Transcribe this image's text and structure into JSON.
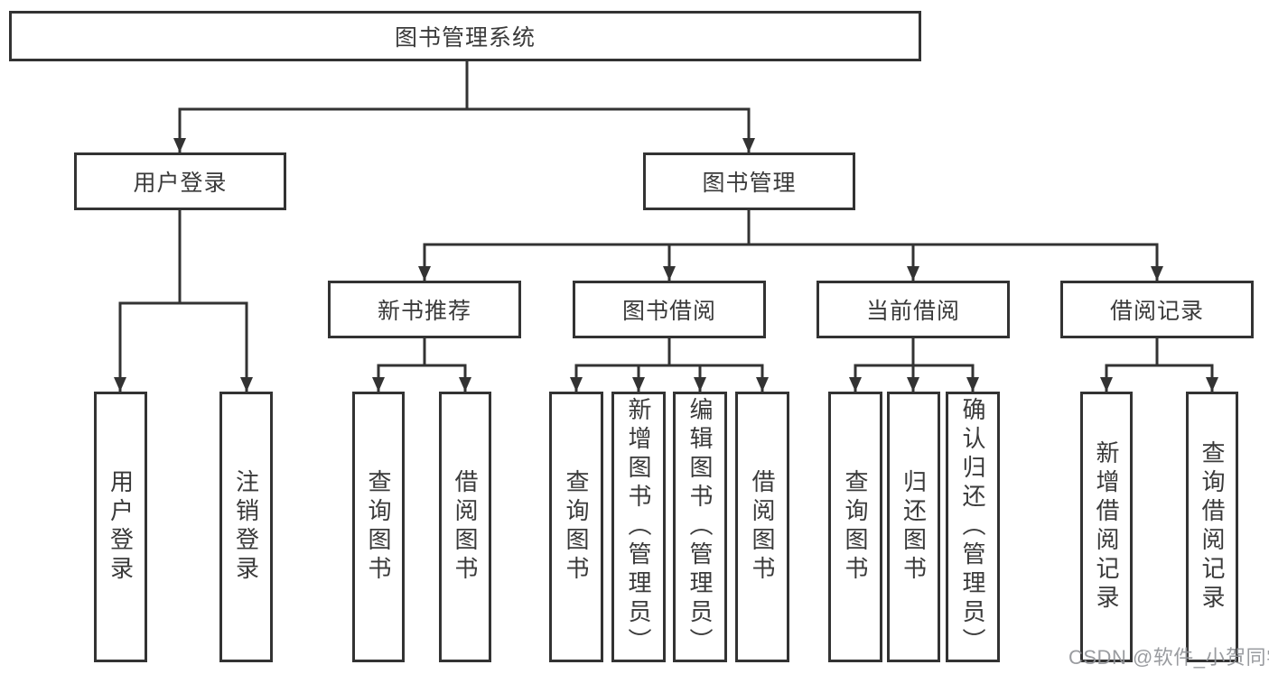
{
  "title": {
    "label": "图书管理系统"
  },
  "level2": {
    "user_login": {
      "label": "用户登录"
    },
    "book_management": {
      "label": "图书管理"
    }
  },
  "level3": {
    "new_book_recommend": {
      "label": "新书推荐"
    },
    "book_borrow": {
      "label": "图书借阅"
    },
    "current_borrow": {
      "label": "当前借阅"
    },
    "borrow_records": {
      "label": "借阅记录"
    }
  },
  "leaves": {
    "user_login_child_1": "用户登录",
    "user_login_child_2": "注销登录",
    "recommend_child_1": "查询图书",
    "recommend_child_2": "借阅图书",
    "borrow_child_1": "查询图书",
    "borrow_child_2": "新增图书（管理员）",
    "borrow_child_3": "编辑图书（管理员）",
    "borrow_child_4": "借阅图书",
    "current_child_1": "查询图书",
    "current_child_2": "归还图书",
    "current_child_3": "确认归还（管理员）",
    "records_child_1": "新增借阅记录",
    "records_child_2": "查询借阅记录"
  },
  "watermark": "CSDN @软件_小贺同学",
  "colors": {
    "line": "#333333",
    "text": "#3a3a3a",
    "watermark": "#919498",
    "background": "#ffffff"
  },
  "diagram_structure": {
    "root": "图书管理系统",
    "children": [
      {
        "node": "用户登录",
        "children": [
          "用户登录",
          "注销登录"
        ]
      },
      {
        "node": "图书管理",
        "children": [
          {
            "node": "新书推荐",
            "children": [
              "查询图书",
              "借阅图书"
            ]
          },
          {
            "node": "图书借阅",
            "children": [
              "查询图书",
              "新增图书（管理员）",
              "编辑图书（管理员）",
              "借阅图书"
            ]
          },
          {
            "node": "当前借阅",
            "children": [
              "查询图书",
              "归还图书",
              "确认归还（管理员）"
            ]
          },
          {
            "node": "借阅记录",
            "children": [
              "新增借阅记录",
              "查询借阅记录"
            ]
          }
        ]
      }
    ]
  }
}
